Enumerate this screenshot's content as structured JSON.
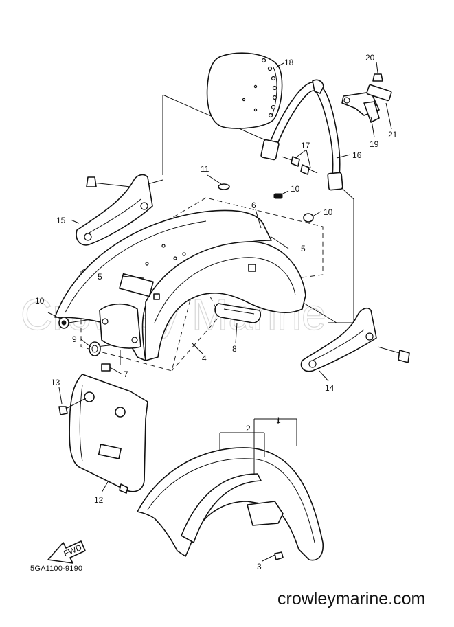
{
  "diagram": {
    "code": "5GA1100-9190",
    "watermark": "Crowley Marine",
    "footer_site": "crowleymarine.com",
    "fwd_label": "FWD",
    "callouts": [
      "1",
      "2",
      "3",
      "4",
      "5",
      "5",
      "6",
      "7",
      "8",
      "9",
      "10",
      "10",
      "10",
      "11",
      "12",
      "13",
      "14",
      "15",
      "16",
      "17",
      "18",
      "19",
      "20",
      "21"
    ]
  }
}
